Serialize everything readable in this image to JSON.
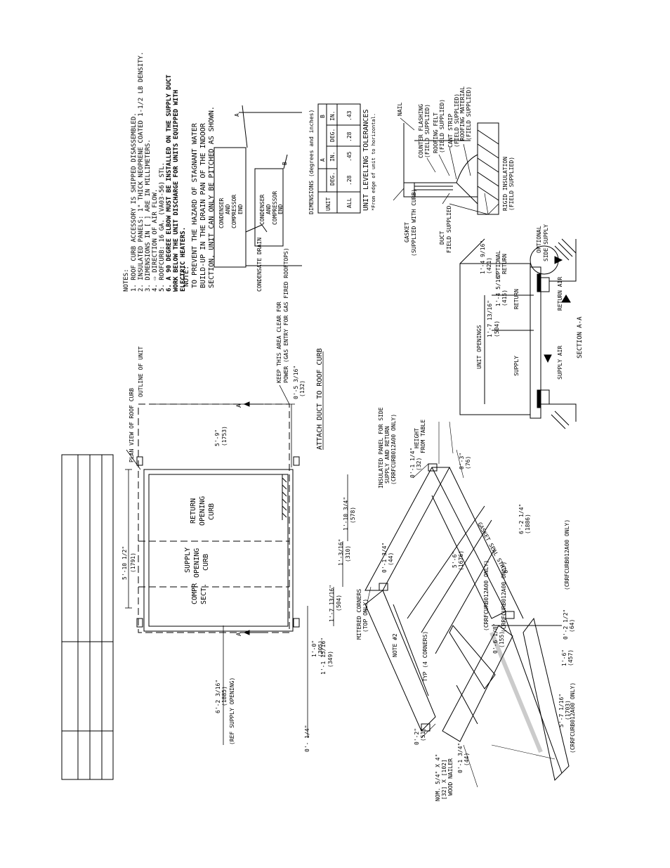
{
  "notes": {
    "heading": "NOTES:",
    "items": [
      "1. ROOF CURB ACCESSORY IS SHIPPED DISASSEMBLED.",
      "2. INSULATED PANELS: 1\" THICK NEOPRENE COATED 1-1/2 LB DENSITY.",
      "3. DIMENSIONS IN [ ] ARE IN MILLIMETERS.",
      "4. ⇨ DIRECTION OF AIR FLOW.",
      "5. ROOFCURB: 16 GA. (VA03-56) STL.",
      "6. A 90 DEGREE ELBOW MUST BE INSTALLED ON THE SUPPLY DUCT",
      "WORK BELOW THE UNIT DISCHARGE FOR UNITS EQUIPPED WITH",
      "ELECTRIC HEATERS."
    ]
  },
  "note2": {
    "heading": "NOTE:",
    "lines": [
      "TO PREVENT THE HAZARD OF STAGNANT WATER",
      "BUILD-UP IN THE DRAIN PAN OF THE INDOOR",
      "SECTION, UNIT CAN ONLY BE PITCHED AS SHOWN."
    ]
  },
  "pitch": {
    "box1": [
      "CONDENSER",
      "AND",
      "COMPRESSOR",
      "END"
    ],
    "box2": [
      "CONDENSER",
      "AND",
      "COMPRESSOR",
      "END"
    ],
    "label_a": "A",
    "label_b": "B",
    "drain": "CONDENSATE DRAIN"
  },
  "tolerance_table": {
    "title": "DIMENSIONS (degrees and inches)",
    "group_headers": [
      "A",
      "B"
    ],
    "unit_header": "UNIT",
    "sub_headers": [
      "DEG.",
      "IN.",
      "DEG.",
      "IN."
    ],
    "rows": [
      [
        "ALL",
        ".28",
        ".45",
        ".28",
        ".43"
      ]
    ],
    "caption": "UNIT LEVELING TOLERANCES",
    "caption_sub": "*From edge of unit to horizontal."
  },
  "plan_view": {
    "labels": {
      "plan_view": "PLAN VIEW OF ROOF CURB",
      "outline": "OUTLINE OF UNIT",
      "compr": [
        "COMPR",
        "SECT."
      ],
      "supply": [
        "SUPPLY",
        "OPENING",
        "CURB"
      ],
      "return": [
        "RETURN",
        "OPENING",
        "CURB"
      ],
      "section_a": "A",
      "attach": "ATTACH DUCT TO ROOF CURB",
      "keep_clear": "KEEP THIS AREA CLEAR FOR",
      "keep_clear2": "POWER (GAS ENTRY FOR GAS FIRED ROOFTOPS)"
    },
    "dims": {
      "d1": "5'-10 1/2\"",
      "d1m": "(1791)",
      "d2": "5'-9\"",
      "d2m": "(1753)",
      "d3": "6'-2 3/16\"",
      "d3m": "(1885)",
      "d3n": "(REF SUPPLY OPENING)",
      "d4": "0'-5 3/16\"",
      "d4m": "(132)",
      "d5": "1'-10 3/4\"",
      "d5m": "(578)",
      "d6": "1'-3/16\"",
      "d6m": "(310)",
      "d7": "1'-7 13/16\"",
      "d7m": "(504)",
      "d8": "1'-1 15/16\"",
      "d8m": "(349)",
      "d9": "1'-0\"",
      "d9m": "(305)",
      "d10": "0'- 1/4\""
    }
  },
  "isometric": {
    "labels": {
      "mitered": "MITERED CORNERS",
      "mitered2": "(TOP ONLY)",
      "typ": "TYP (4 CORNERS)",
      "note2": "NOTE #2",
      "insulated": "INSULATED PANEL FOR SIDE",
      "insulated2": "SUPPLY AND RETURN",
      "insulated3": "(CRRFCURB012A00 ONLY)",
      "height": "HEIGHT",
      "height2": "FROM TABLE",
      "nom": "NOM. 5/4\" X 4\"",
      "nom2": "[32] X [102]",
      "nom3": "WOOD NAILER",
      "ref": "(CRRFCURB012A00 ONLY)",
      "ref2": "(CRRFCURB012A00 ONLY)",
      "ref3": "(CRRFCURB012A00 ONLY)",
      "ref4": "(CRRFCURB012A00 ONLY)",
      "gasket": "GASKET SEAL STRIP"
    },
    "dims": {
      "i1": "0'-2\"",
      "i1m": "(51)",
      "i2": "0'-1 3/4\"",
      "i2m": "(44)",
      "i3": "0'-1 3/4\"",
      "i3m": "(44)",
      "i4": "0'-1 1/4\"",
      "i4m": "(32)",
      "i5": "0'-3\"",
      "i5m": "(76)",
      "i6": "5'-6\"",
      "i6m": "(1676)",
      "i7": "6'-2 1/4\"",
      "i7m": "(1886)",
      "i8": "0'-6 1/8\"",
      "i8m": "(155)",
      "i9": "0'-2 1/2\"",
      "i9m": "(64)",
      "i10": "1'-6\"",
      "i10m": "(457)",
      "i11": "5'-7 1/16\"",
      "i11m": "(1703)"
    }
  },
  "section": {
    "title": "SECTION A-A",
    "labels": {
      "unit_openings": "UNIT OPENINGS",
      "supply": "SUPPLY",
      "return": "RETURN",
      "supply_air": "SUPPLY AIR",
      "return_air": "RETURN AIR",
      "optional_return": "OPTIONAL",
      "optional_return2": "RETURN",
      "optional_side": "OPTIONAL",
      "optional_side2": "SIDE SUPPLY",
      "duct": "DUCT",
      "duct2": "FIELD SUPPLIED",
      "gasket": "GASKET",
      "gasket2": "(SUPPLIED WITH CURB)",
      "rigid": "RIGID INSULATION",
      "rigid2": "(FIELD SUPPLIED)",
      "nail": "NAIL",
      "counter": "COUNTER FLASHING",
      "counter2": "(FIELD SUPPLIED)",
      "felt": "ROOFING FELT",
      "felt2": "(FIELD SUPPLIED)",
      "cant": "CANT STRIP",
      "cant2": "(FIELD SUPPLIED)",
      "material": "ROOFING MATERIAL",
      "material2": "(FIELD SUPPLIED)"
    },
    "dims": {
      "s1": "1'-7 13/16\"",
      "s1m": "(504)",
      "s2": "1'-4 5/16\"",
      "s2m": "(415)",
      "s3": "1'-4 9/16\"",
      "s3m": "(421)"
    }
  }
}
